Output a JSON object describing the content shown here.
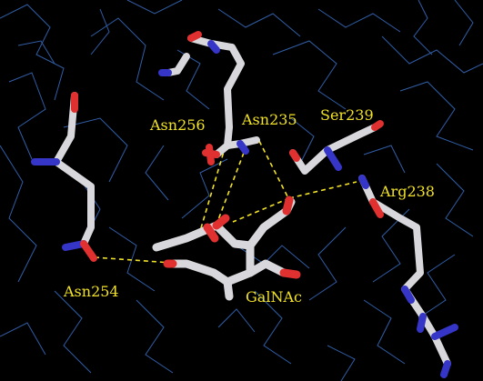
{
  "scene": {
    "background_color": "#000000",
    "label_color": "#f2e227",
    "hbond_color": "#f2e227",
    "wire_color": "#3a6fc4",
    "carbon_color": "#d8d8dc",
    "oxygen_color": "#e03030",
    "nitrogen_color": "#3535c8"
  },
  "labels": {
    "asn256": "Asn256",
    "asn235": "Asn235",
    "ser239": "Ser239",
    "arg238": "Arg238",
    "asn254": "Asn254",
    "galnac": "GalNAc"
  }
}
